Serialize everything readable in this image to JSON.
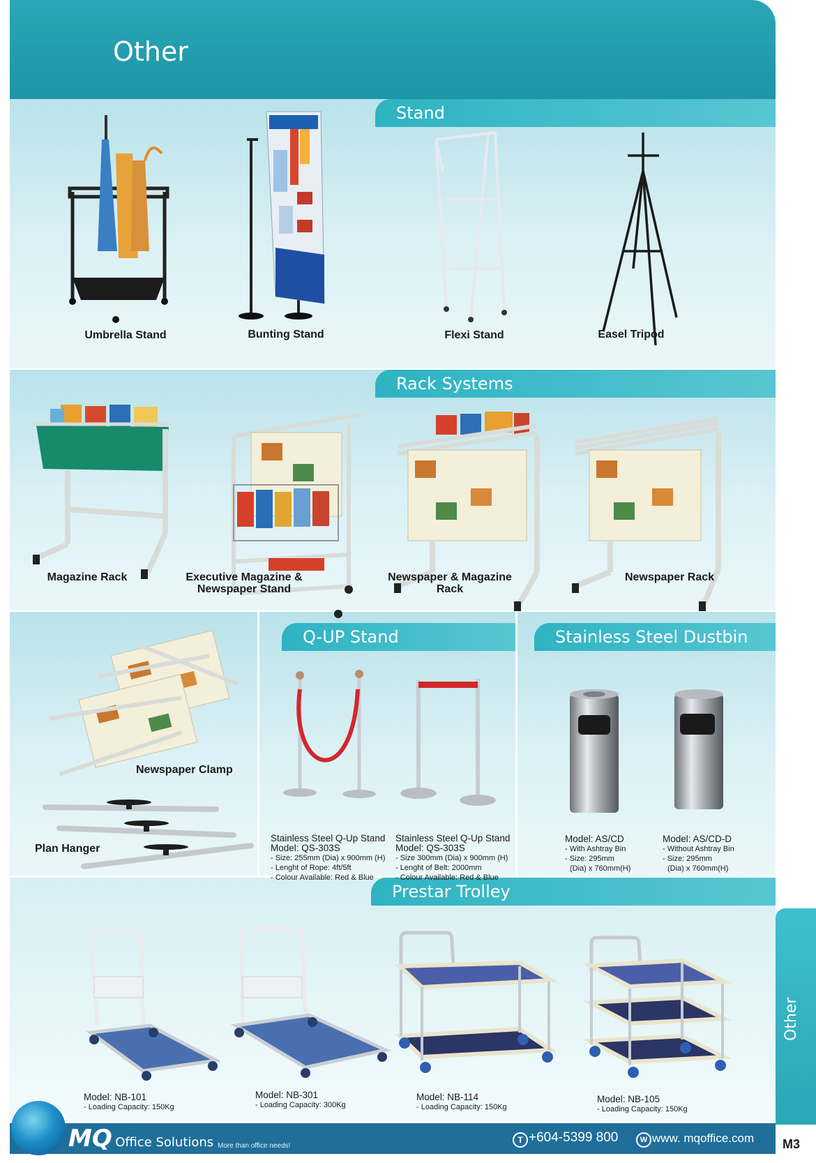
{
  "header": {
    "title": "Other"
  },
  "sections": {
    "stand": "Stand",
    "rack": "Rack Systems",
    "qup": "Q-UP Stand",
    "dustbin": "Stainless Steel Dustbin",
    "trolley": "Prestar Trolley"
  },
  "stands": [
    "Umbrella Stand",
    "Bunting Stand",
    "Flexi Stand",
    "Easel Tripod"
  ],
  "racks": [
    "Magazine Rack",
    "Executive Magazine & Newspaper Stand",
    "Newspaper & Magazine Rack",
    "Newspaper Rack"
  ],
  "misc": {
    "clamp": "Newspaper Clamp",
    "hanger": "Plan Hanger"
  },
  "qup_items": [
    {
      "name": "Stainless Steel Q-Up Stand",
      "model": "Model: QS-303S",
      "size": "- Size: 255mm (Dia) x 900mm (H)",
      "extra": "- Lenght of Rope: 4ft/5ft",
      "colour": "- Colour Available: Red & Blue"
    },
    {
      "name": "Stainless Steel Q-Up Stand",
      "model": "Model: QS-303S",
      "size": "- Size 300mm (Dia) x 900mm (H)",
      "extra": "- Lenght of Belt: 2000mm",
      "colour": "- Colour Available: Red & Blue"
    }
  ],
  "dustbins": [
    {
      "model": "Model: AS/CD",
      "l1": "- With Ashtray Bin",
      "l2": "- Size: 295mm",
      "l3": "(Dia) x 760mm(H)"
    },
    {
      "model": "Model: AS/CD-D",
      "l1": "- Without Ashtray Bin",
      "l2": "- Size: 295mm",
      "l3": "(Dia) x 760mm(H)"
    }
  ],
  "trolleys": [
    {
      "model": "Model: NB-101",
      "cap": "- Loading Capacity: 150Kg"
    },
    {
      "model": "Model: NB-301",
      "cap": "- Loading Capacity: 300Kg"
    },
    {
      "model": "Model: NB-114",
      "cap": "- Loading Capacity: 150Kg"
    },
    {
      "model": "Model: NB-105",
      "cap": "- Loading Capacity: 150Kg"
    }
  ],
  "footer": {
    "brand": "MQ",
    "brand_sub": "Office Solutions",
    "tagline": "More than office needs!",
    "phone": "+604-5399 800",
    "web": "www. mqoffice.com",
    "phone_mark": "T",
    "web_mark": "W"
  },
  "side_tab": "Other",
  "page_number": "M3",
  "colors": {
    "teal": "#2aa7b6",
    "tab": "#3cb9c7",
    "panel": "#c9ebf0",
    "footer": "#1f6f9a"
  }
}
